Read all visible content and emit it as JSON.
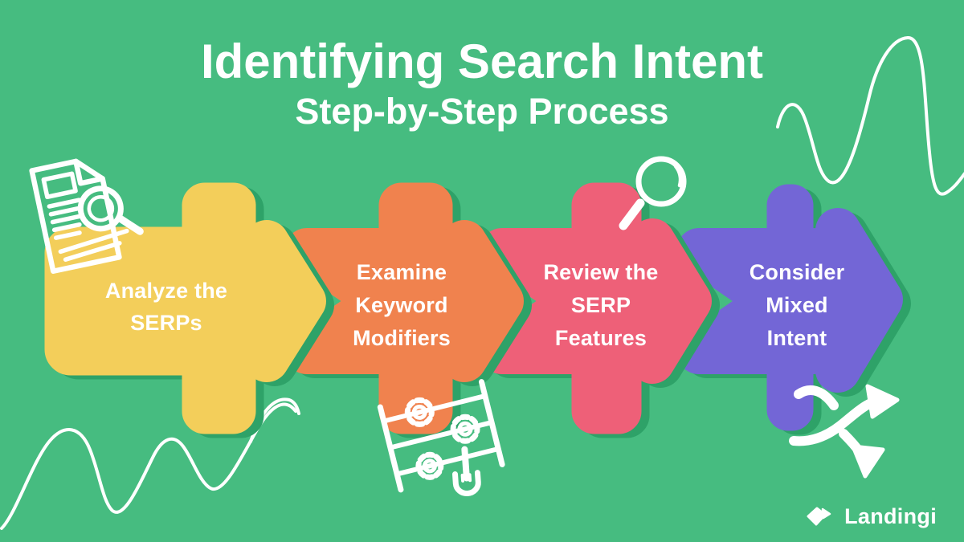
{
  "title": "Identifying Search Intent",
  "subtitle": "Step-by-Step Process",
  "colors": {
    "background": "#46BC80",
    "shadow": "#2EA268",
    "text": "#FFFFFF",
    "decor_line": "#FFFFFF"
  },
  "steps": [
    {
      "label": "Analyze the SERPs",
      "lines": [
        "Analyze the",
        "SERPs"
      ],
      "color": "#F3CE5A",
      "icon": "document-search-icon"
    },
    {
      "label": "Examine Keyword Modifiers",
      "lines": [
        "Examine",
        "Keyword",
        "Modifiers"
      ],
      "color": "#F0824E",
      "icon": "settings-gears-icon"
    },
    {
      "label": "Review the SERP Features",
      "lines": [
        "Review the",
        "SERP",
        "Features"
      ],
      "color": "#EE6078",
      "icon": "magnifier-icon"
    },
    {
      "label": "Consider Mixed Intent",
      "lines": [
        "Consider",
        "Mixed",
        "Intent"
      ],
      "color": "#7366D6",
      "icon": "mixed-intent-arrows-icon"
    }
  ],
  "logo": {
    "text": "Landingi"
  }
}
